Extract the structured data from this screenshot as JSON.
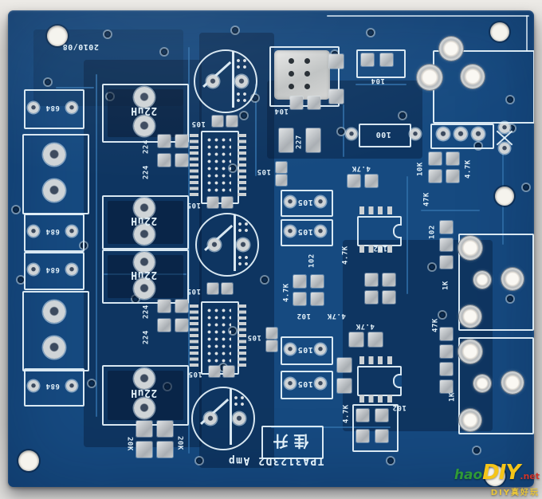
{
  "scene": {
    "description": "photograph of a bare blue printed circuit board, silkscreen side up",
    "background_color": "#d8d6d2"
  },
  "board": {
    "soldermask_color": "#164a80",
    "soldermask_dark_pour": "#0c3054",
    "silkscreen_color": "#e3f1f9",
    "pad_color": "#c7cbcd",
    "date_code": "2010/08",
    "title": "TPA3123D2 Amp",
    "maker_logo": "佳升",
    "values": {
      "inductor_22uh": "22uH",
      "cap_684": "684",
      "cap_224": "224",
      "cap_105": "105",
      "cap_104": "104",
      "cap_227": "227",
      "cap_102": "102",
      "res_100": "100",
      "res_10k": "10K",
      "res_20k": "20K",
      "res_47k": "47K",
      "res_4k7": "4.7K",
      "res_1k": "1K"
    }
  },
  "watermark": {
    "hao": "hao",
    "diy": "DIY",
    "net": ".net",
    "tagline": "DIY真好玩",
    "colors": {
      "hao": "#2f9a37",
      "diy": "#f5c518",
      "net": "#d0342a",
      "tagline": "#e8c53a"
    }
  }
}
